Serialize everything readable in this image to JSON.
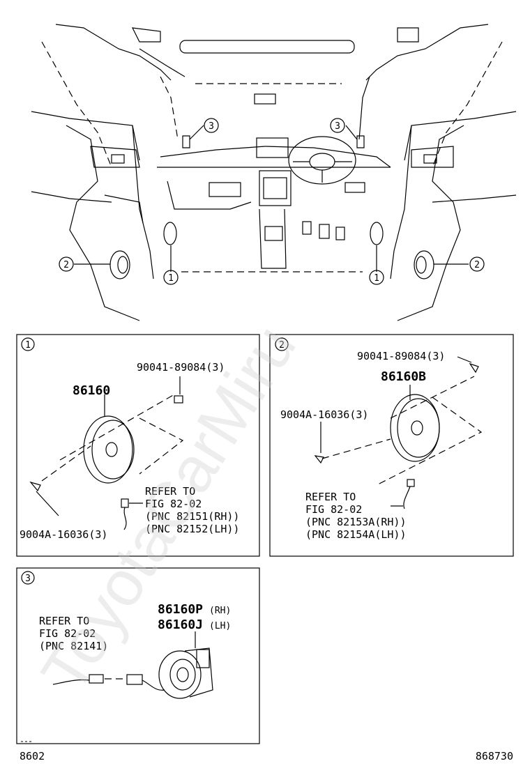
{
  "watermark": "ToyotaCarMiru",
  "overview": {
    "callouts": [
      "3",
      "3",
      "2",
      "1",
      "1",
      "2"
    ]
  },
  "panel1": {
    "marker": "1",
    "part_main": "86160",
    "part_screw_top": "90041-89084(3)",
    "part_screw_bottom": "9004A-16036(3)",
    "refer_lines": [
      "REFER TO",
      "FIG 82-02",
      "(PNC 82151(RH))",
      "(PNC 82152(LH))"
    ]
  },
  "panel2": {
    "marker": "2",
    "part_main": "86160B",
    "part_screw_top": "90041-89084(3)",
    "part_screw_left": "9004A-16036(3)",
    "refer_lines": [
      "REFER TO",
      "FIG 82-02",
      "(PNC 82153A(RH))",
      "(PNC 82154A(LH))"
    ]
  },
  "panel3": {
    "marker": "3",
    "part_rh": "86160P",
    "part_rh_suffix": "(RH)",
    "part_lh": "86160J",
    "part_lh_suffix": "(LH)",
    "refer_lines": [
      "REFER TO",
      "FIG 82-02",
      "(PNC 82141)"
    ]
  },
  "footer": {
    "left_code": "8602",
    "right_code": "868730"
  }
}
